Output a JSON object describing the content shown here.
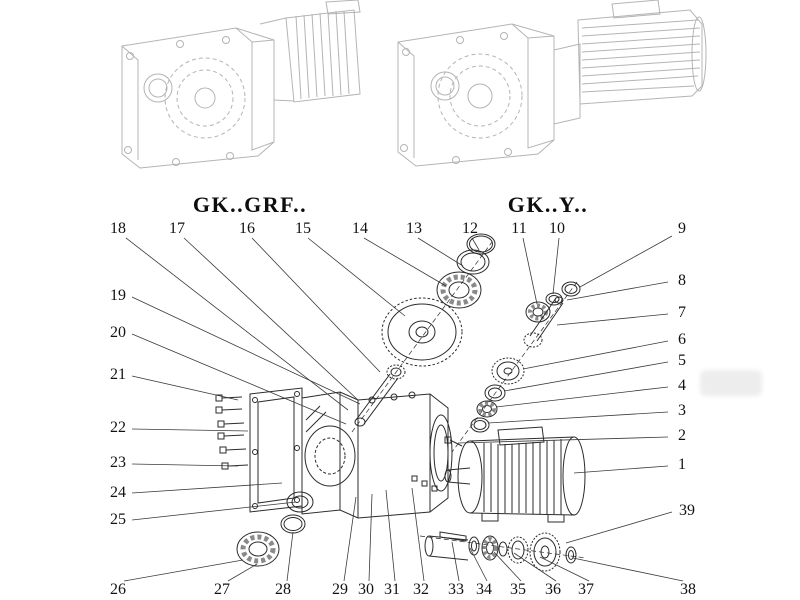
{
  "diagram": {
    "title_left": "GK..GRF..",
    "title_right": "GK..Y..",
    "callouts": {
      "top": [
        "18",
        "17",
        "16",
        "15",
        "14",
        "13",
        "12",
        "11",
        "10",
        "9"
      ],
      "right": [
        "8",
        "7",
        "6",
        "5",
        "4",
        "3",
        "2",
        "1",
        "39"
      ],
      "left": [
        "19",
        "20",
        "21",
        "22",
        "23",
        "24",
        "25"
      ],
      "bottom": [
        "26",
        "27",
        "28",
        "29",
        "30",
        "31",
        "32",
        "33",
        "34",
        "35",
        "36",
        "37",
        "38"
      ]
    },
    "colors": {
      "line": "#2b2b2b",
      "faint": "#b4b4b4",
      "background": "#ffffff"
    }
  }
}
